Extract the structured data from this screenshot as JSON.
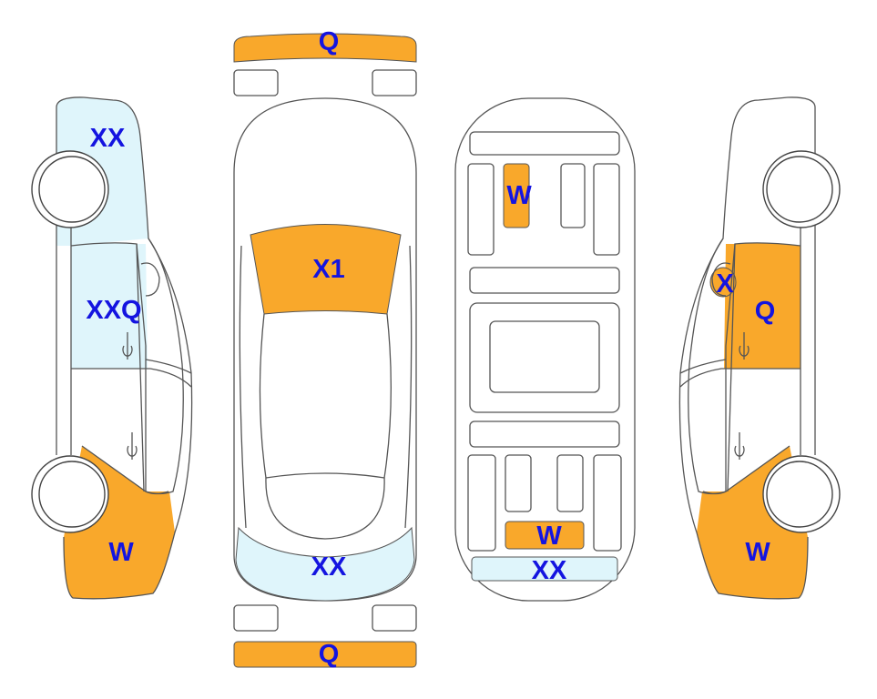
{
  "colors": {
    "damage_orange": "#F9A82B",
    "damage_blue": "#DFF5FB",
    "label": "#1414E0",
    "outline": "#555555"
  },
  "views": {
    "left_side": {
      "labels": [
        "XX",
        "XXQ",
        "W"
      ]
    },
    "top": {
      "labels": [
        "Q",
        "X1",
        "XX",
        "Q"
      ]
    },
    "underside": {
      "labels": [
        "W",
        "W",
        "XX"
      ]
    },
    "right_side": {
      "labels": [
        "X",
        "Q",
        "W"
      ]
    }
  }
}
